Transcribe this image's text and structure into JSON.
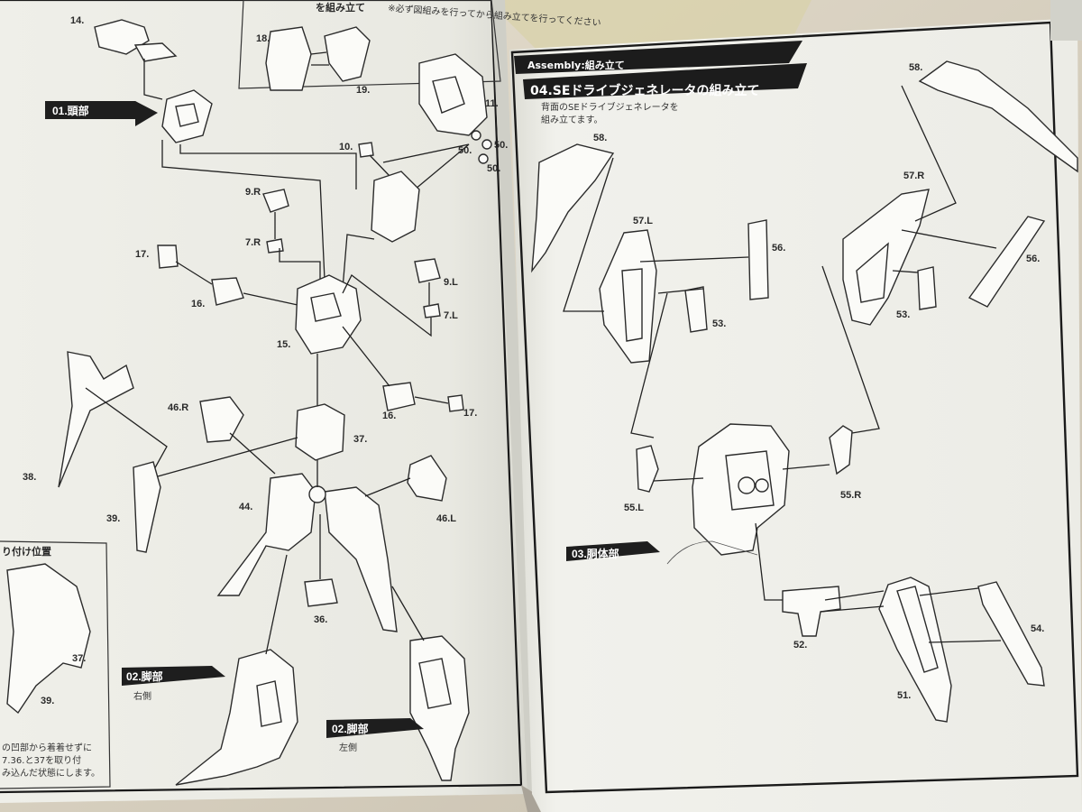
{
  "left_page": {
    "header_note": "※必ず図組みを行ってから組み立てを行ってください",
    "inset_caption": "を組み立て",
    "sections": [
      {
        "label": "01.頭部"
      },
      {
        "label": "02.脚部",
        "sub": "右側"
      },
      {
        "label": "02.脚部",
        "sub": "左側"
      }
    ],
    "bottom_inset": {
      "title": "り付け位置",
      "labels": [
        "37.",
        "39."
      ],
      "note_lines": [
        "の凹部から着着せずに",
        "7.36.と37を取り付",
        "み込んだ状態にします。"
      ]
    },
    "part_labels": [
      "14.",
      "18.",
      "19.",
      "11.",
      "50.",
      "50.",
      "50.",
      "10.",
      "9.R",
      "7.R",
      "17.",
      "16.",
      "15.",
      "9.L",
      "7.L",
      "16.",
      "17.",
      "46.R",
      "37.",
      "38.",
      "39.",
      "44.",
      "46.L",
      "36."
    ]
  },
  "right_page": {
    "header": "Assembly:組み立て",
    "step_title": "04.SEドライブジェネレータの組み立て",
    "instruction_lines": [
      "背面のSEドライブジェネレータを",
      "組み立てます。"
    ],
    "section_tag": "03.胴体部",
    "part_labels": [
      "58.",
      "58.",
      "57.L",
      "56.",
      "53.",
      "57.R",
      "56.",
      "53.",
      "55.L",
      "55.R",
      "52.",
      "54.",
      "51."
    ]
  }
}
